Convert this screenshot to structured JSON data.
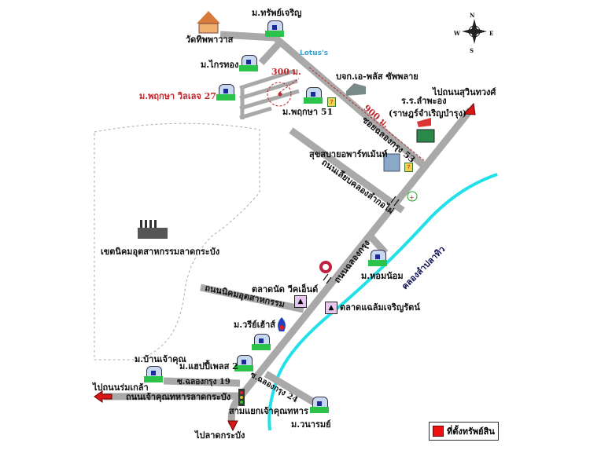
{
  "compass": {
    "n": "N",
    "s": "S",
    "e": "E",
    "w": "W"
  },
  "labels": {
    "wat": "วัดทิพพาวาส",
    "sapcharoen": "ม.ทรัพย์เจริญ",
    "kraithong": "ม.ไกรทอง",
    "lotus": "Lotus's",
    "pruksa27": "ม.พฤกษา วิลเลจ 27",
    "pruksa51": "ม.พฤกษา 51",
    "dist300": "300 ม.",
    "dist900": "900 ม.",
    "company": "บจก.เอ-พลัส ซัพพลาย",
    "to_sukhumvit": "ไปถนนสุวินทวงศ์",
    "school1": "ร.ร.ลำพะอง",
    "school2": "(ราษฎร์จำเริญบำรุง)",
    "soi53": "ซอยฉลองกรุง 53",
    "condo": "สุขสบายอพาร์ทเม้นท์",
    "road_lamkophai": "ถนนเลียบคลองลำกอไผ่",
    "estate": "เขตนิคมอุตสาหกรรมลาดกระบัง",
    "road_chalongkrung": "ถนนฉลองกรุง",
    "hom_nom": "ม.หอมน้อม",
    "canal": "คลองลำปลาทิว",
    "market_weekend": "ตลาดนัด วีคเอ็นด์",
    "road_nikhom": "ถนนนิคมอุตสาหกรรม",
    "market_charoen": "ตลาดแฉล้มเจริญรัตน์",
    "wiree": "ม.วรีย์เฮ้าส์",
    "baanchaokhun": "ม.บ้านเจ้าคุณ",
    "happy2": "ม.แฮปปี้เพลส 2",
    "soi19": "ซ.ฉลองกรุง 19",
    "to_romklao": "ไปถนนร่มเกล้า",
    "road_chaokhun": "ถนนเจ้าคุณทหารลาดกระบัง",
    "soi24": "ซ.ฉลองกรุง 24",
    "junction": "สามแยกเจ้าคุณทหาร",
    "wanarom": "ม.วนารมย์",
    "to_ladkrabang": "ไปลาดกระบัง"
  },
  "legend": {
    "label": "ที่ตั้งทรัพย์สิน",
    "color": "#e11111"
  },
  "colors": {
    "road": "#a9a9a9",
    "canal": "#22e0ea",
    "arrow": "#d81818",
    "distance": "#c0282d"
  }
}
